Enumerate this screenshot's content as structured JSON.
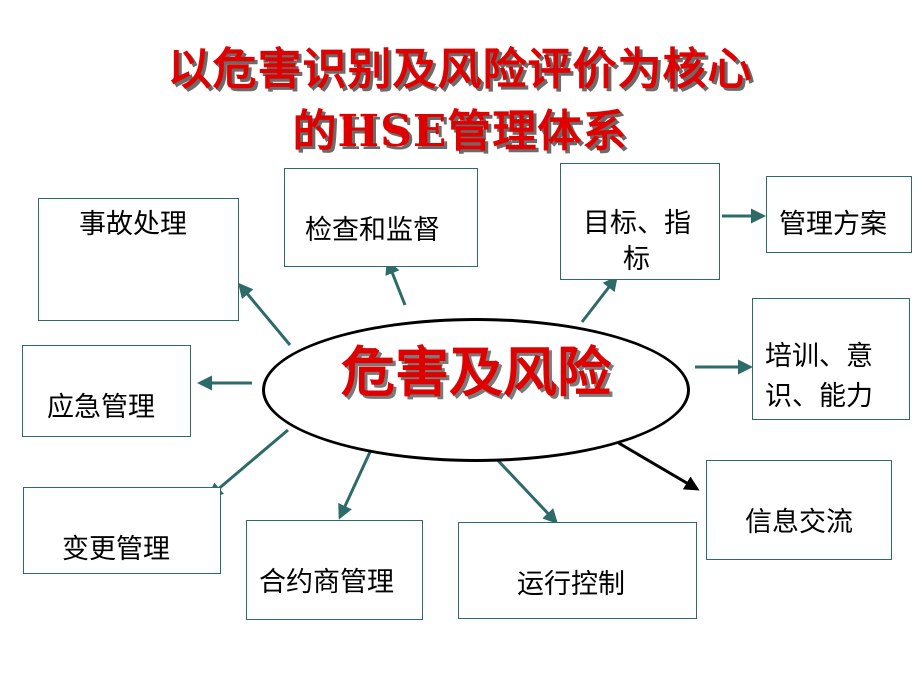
{
  "title": {
    "line1": "以危害识别及风险评价为核心",
    "line2": "的HSE管理体系"
  },
  "center": {
    "label": "危害及风险"
  },
  "boxes": {
    "accident": "事故处理",
    "inspection": "检查和监督",
    "objectives_line1": "目标、指",
    "objectives_line2": "标",
    "mgmt_plan": "管理方案",
    "emergency": "应急管理",
    "training_line1": "培训、意",
    "training_line2": "识、能力",
    "change": "变更管理",
    "contractor": "合约商管理",
    "operation": "运行控制",
    "communication": "信息交流"
  },
  "colors": {
    "title": "#e00000",
    "center_text": "#e00000",
    "arrow_teal": "#2e6b68",
    "arrow_black": "#000000",
    "box_border": "#2e6b68"
  }
}
